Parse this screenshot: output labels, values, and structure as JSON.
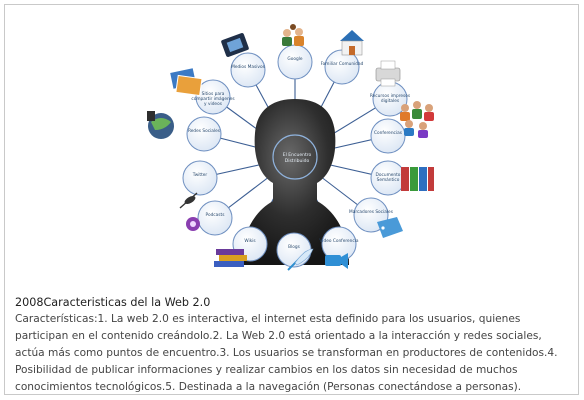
{
  "caption": {
    "title": "2008Caracteristicas del la Web 2.0",
    "body": "Características:1. La web 2.0 es interactiva, el internet esta definido para los usuarios, quienes participan en el contenido creándolo.2. La Web 2.0 está orientado a la interacción y redes sociales, actúa más como puntos de encuentro.3. Los usuarios se transforman en productores de contenidos.4. Posibilidad de publicar informaciones y realizar cambios en los datos sin necesidad de muchos conocimientos tecnológicos.5. Destinada a la navegación (Personas conectándose a personas)."
  },
  "diagram": {
    "center": "El Encuentro Distribuido",
    "nodes": [
      {
        "label": "Google",
        "icon": "people-icon"
      },
      {
        "label": "Familiar Comunidad",
        "icon": "house-icon"
      },
      {
        "label": "Recursos impresos digitales",
        "icon": "printer-icon"
      },
      {
        "label": "Conferencias",
        "icon": "group-icon"
      },
      {
        "label": "Documento Semántico",
        "icon": "binders-icon"
      },
      {
        "label": "Marcadores Sociales",
        "icon": "tag-icon"
      },
      {
        "label": "Video Conferencia",
        "icon": "video-camera-icon"
      },
      {
        "label": "Blogs",
        "icon": "quill-icon"
      },
      {
        "label": "Wikis",
        "icon": "books-icon"
      },
      {
        "label": "Podcasts",
        "icon": "microphone-icon"
      },
      {
        "label": "Twitter",
        "icon": "bird-icon"
      },
      {
        "label": "Redes Sociales",
        "icon": "globe-icon"
      },
      {
        "label": "Sitios para compartir imágenes y videos",
        "icon": "photos-icon"
      },
      {
        "label": "Medios Masivos",
        "icon": "film-icon"
      }
    ],
    "colors": {
      "node_fill": "#eef3fa",
      "node_stroke": "#6e8fc0",
      "line": "#3d5f94",
      "head": "#2b2b2b"
    }
  }
}
